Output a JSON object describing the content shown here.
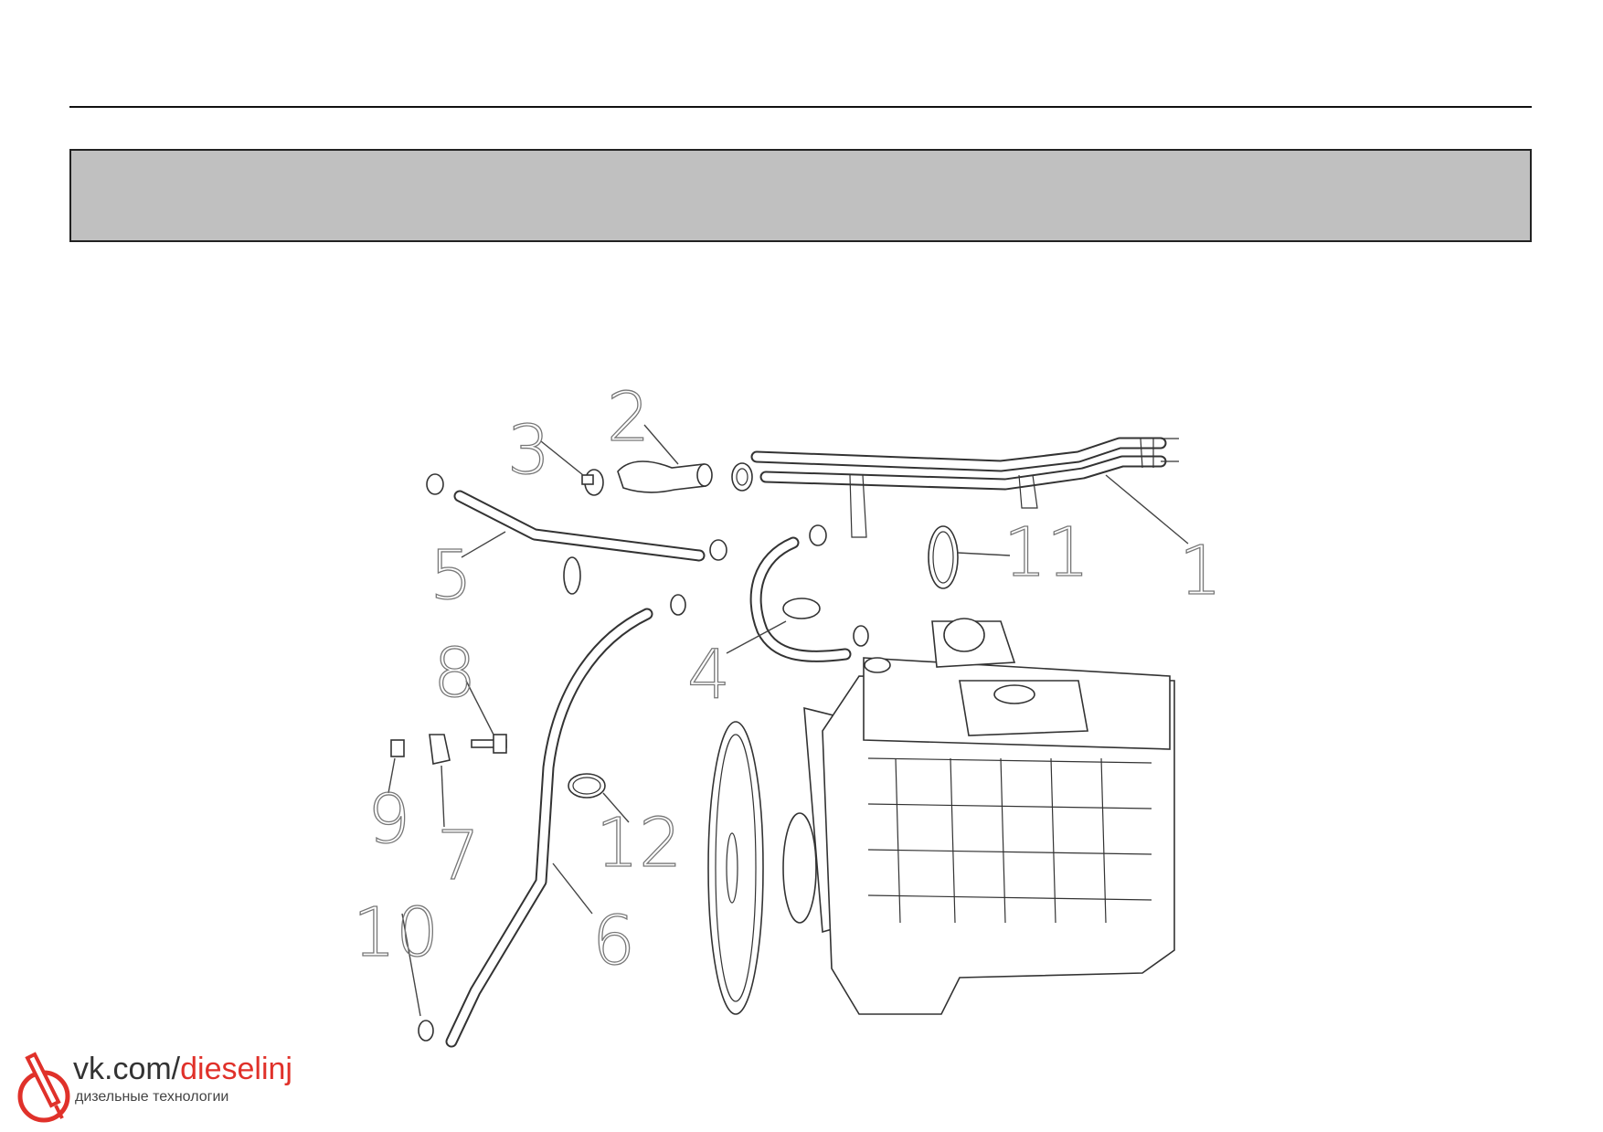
{
  "header": {
    "title": ""
  },
  "callouts": [
    "1",
    "2",
    "3",
    "4",
    "5",
    "6",
    "7",
    "8",
    "9",
    "10",
    "11",
    "12"
  ],
  "watermark": {
    "url_prefix": "vk.com/",
    "url_accent": "dieselinj",
    "subtitle": "дизельные технологии",
    "accent_color": "#e0312a"
  }
}
